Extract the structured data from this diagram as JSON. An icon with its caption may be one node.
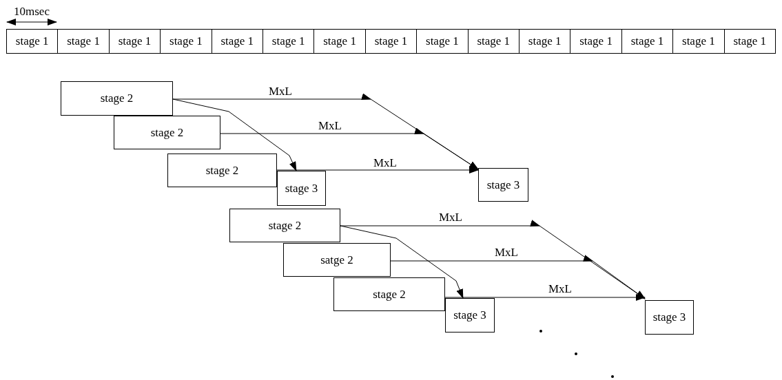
{
  "diagram": {
    "nodes": [
      {
        "text": [
          "stage 1"
        ]
      },
      {
        "text": [
          "stage 1"
        ]
      },
      {
        "text": [
          "stage 1"
        ]
      },
      {
        "text": [
          "stage 1"
        ]
      },
      {
        "text": [
          "stage 1"
        ]
      },
      {
        "text": [
          "stage 1"
        ]
      },
      {
        "text": [
          "stage 1"
        ]
      },
      {
        "text": [
          "stage 1"
        ]
      },
      {
        "text": [
          "stage 1"
        ]
      },
      {
        "text": [
          "stage 1"
        ]
      },
      {
        "text": [
          "stage 1"
        ]
      },
      {
        "text": [
          "stage 1"
        ]
      },
      {
        "text": [
          "stage 1"
        ]
      },
      {
        "text": [
          "stage 1"
        ]
      },
      {
        "text": [
          "stage 1"
        ]
      },
      {
        "text": [
          "stage 2"
        ]
      },
      {
        "text": [
          "stage 2"
        ]
      },
      {
        "text": [
          "stage 2"
        ]
      },
      {
        "text": [
          "stage 3"
        ]
      },
      {
        "text": [
          "stage 3"
        ]
      },
      {
        "text": [
          "stage 2"
        ]
      },
      {
        "text": [
          "satge 2"
        ]
      },
      {
        "text": [
          "stage 2"
        ]
      },
      {
        "text": [
          "stage 3"
        ]
      },
      {
        "text": [
          "stage 3"
        ]
      }
    ],
    "edges": [
      {
        "from": 15,
        "to": 18,
        "arrow": "to"
      },
      {
        "from": 15,
        "to": 19,
        "arrow": "to",
        "label": "MxL"
      },
      {
        "from": 16,
        "to": 19,
        "arrow": "to",
        "label": "MxL"
      },
      {
        "from": 17,
        "to": 19,
        "arrow": "to",
        "label": "MxL"
      },
      {
        "from": 20,
        "to": 23,
        "arrow": "to"
      },
      {
        "from": 20,
        "to": 24,
        "arrow": "to",
        "label": "MxL"
      },
      {
        "from": 21,
        "to": 24,
        "arrow": "to",
        "label": "MxL"
      },
      {
        "from": 22,
        "to": 24,
        "arrow": "to",
        "label": "MxL"
      }
    ],
    "labels": [
      "10msec"
    ]
  }
}
